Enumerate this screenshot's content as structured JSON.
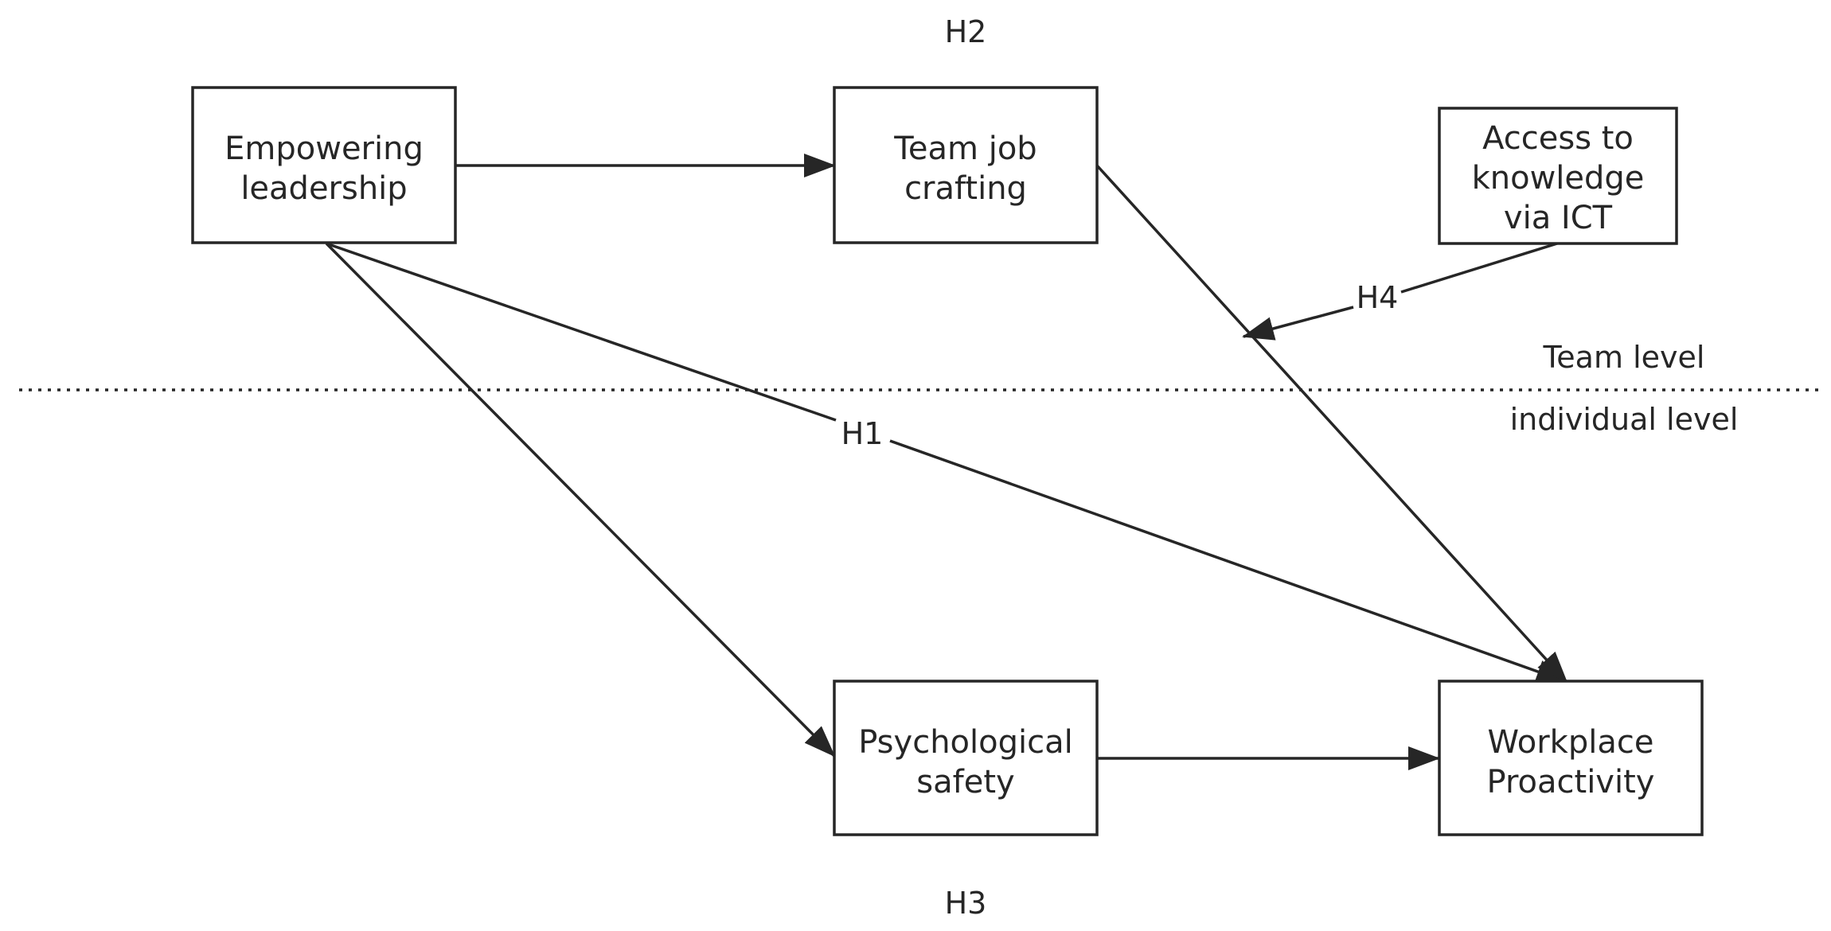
{
  "nodes": {
    "empowering_leadership": {
      "line1": "Empowering",
      "line2": "leadership"
    },
    "team_job_crafting": {
      "line1": "Team job",
      "line2": "crafting"
    },
    "access_to_knowledge": {
      "line1": "Access to",
      "line2": "knowledge",
      "line3": "via ICT"
    },
    "psychological_safety": {
      "line1": "Psychological",
      "line2": "safety"
    },
    "workplace_proactivity": {
      "line1": "Workplace",
      "line2": "Proactivity"
    }
  },
  "hypotheses": {
    "h1": "H1",
    "h2": "H2",
    "h3": "H3",
    "h4": "H4"
  },
  "levels": {
    "team": "Team level",
    "individual": "individual level"
  },
  "colors": {
    "ink": "#262626",
    "background": "#ffffff"
  }
}
